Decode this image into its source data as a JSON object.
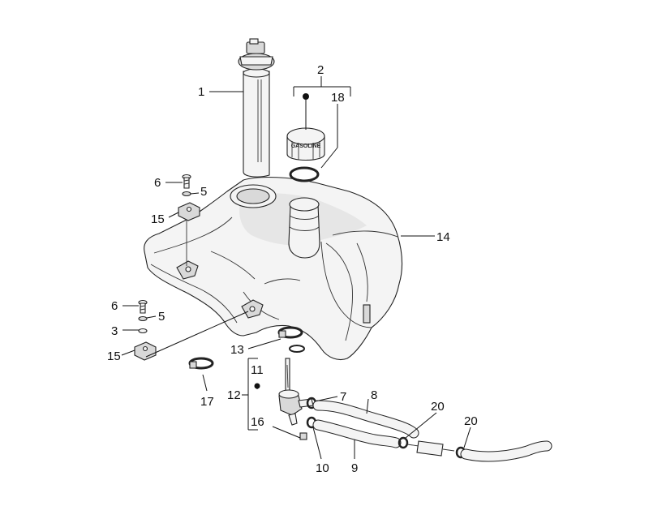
{
  "diagram": {
    "callouts": [
      {
        "id": "c1",
        "label": "1"
      },
      {
        "id": "c2",
        "label": "2"
      },
      {
        "id": "c18",
        "label": "18"
      },
      {
        "id": "c6a",
        "label": "6"
      },
      {
        "id": "c5a",
        "label": "5"
      },
      {
        "id": "c15a",
        "label": "15"
      },
      {
        "id": "c14",
        "label": "14"
      },
      {
        "id": "c6b",
        "label": "6"
      },
      {
        "id": "c5b",
        "label": "5"
      },
      {
        "id": "c3",
        "label": "3"
      },
      {
        "id": "c15b",
        "label": "15"
      },
      {
        "id": "c13",
        "label": "13"
      },
      {
        "id": "c11",
        "label": "11"
      },
      {
        "id": "c12",
        "label": "12"
      },
      {
        "id": "c17",
        "label": "17"
      },
      {
        "id": "c16",
        "label": "16"
      },
      {
        "id": "c7",
        "label": "7"
      },
      {
        "id": "c8",
        "label": "8"
      },
      {
        "id": "c20a",
        "label": "20"
      },
      {
        "id": "c20b",
        "label": "20"
      },
      {
        "id": "c10",
        "label": "10"
      },
      {
        "id": "c9",
        "label": "9"
      }
    ],
    "cap_text": "GASOLINE"
  }
}
